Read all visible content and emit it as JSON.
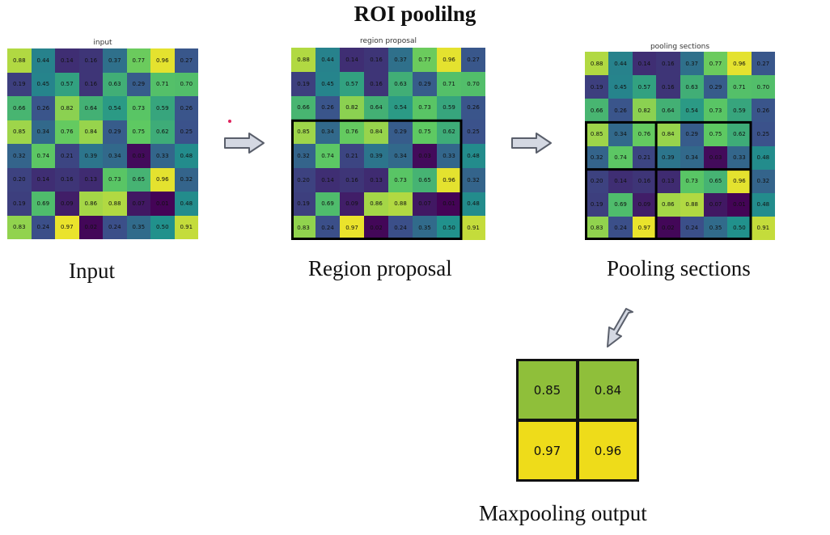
{
  "title": "ROI poolilng",
  "matrix": [
    [
      "0.88",
      "0.44",
      "0.14",
      "0.16",
      "0.37",
      "0.77",
      "0.96",
      "0.27"
    ],
    [
      "0.19",
      "0.45",
      "0.57",
      "0.16",
      "0.63",
      "0.29",
      "0.71",
      "0.70"
    ],
    [
      "0.66",
      "0.26",
      "0.82",
      "0.64",
      "0.54",
      "0.73",
      "0.59",
      "0.26"
    ],
    [
      "0.85",
      "0.34",
      "0.76",
      "0.84",
      "0.29",
      "0.75",
      "0.62",
      "0.25"
    ],
    [
      "0.32",
      "0.74",
      "0.21",
      "0.39",
      "0.34",
      "0.03",
      "0.33",
      "0.48"
    ],
    [
      "0.20",
      "0.14",
      "0.16",
      "0.13",
      "0.73",
      "0.65",
      "0.96",
      "0.32"
    ],
    [
      "0.19",
      "0.69",
      "0.09",
      "0.86",
      "0.88",
      "0.07",
      "0.01",
      "0.48"
    ],
    [
      "0.83",
      "0.24",
      "0.97",
      "0.02",
      "0.24",
      "0.35",
      "0.50",
      "0.91"
    ]
  ],
  "panels": {
    "input": {
      "plot_title": "input",
      "caption": "Input"
    },
    "region": {
      "plot_title": "region proposal",
      "caption": "Region proposal"
    },
    "pooling": {
      "plot_title": "pooling sections",
      "caption": "Pooling sections"
    }
  },
  "output": {
    "caption": "Maxpooling output",
    "values": [
      "0.85",
      "0.84",
      "0.97",
      "0.96"
    ],
    "colors": [
      "#8fbf3a",
      "#8fbf3a",
      "#eedc1a",
      "#eedc1a"
    ]
  },
  "colormap": "viridis",
  "icons": {
    "arrow": "right-arrow-icon"
  }
}
